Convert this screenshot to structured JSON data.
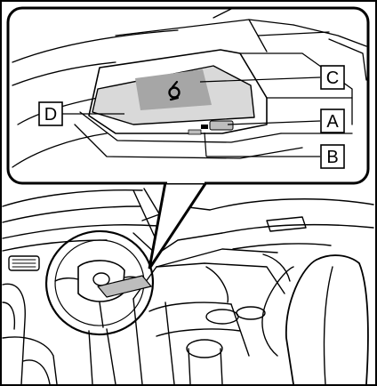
{
  "figure": {
    "callouts": {
      "a": "A",
      "b": "B",
      "c": "C",
      "d": "D"
    },
    "charging_area_icon": "qi-wireless-charging-icon"
  }
}
